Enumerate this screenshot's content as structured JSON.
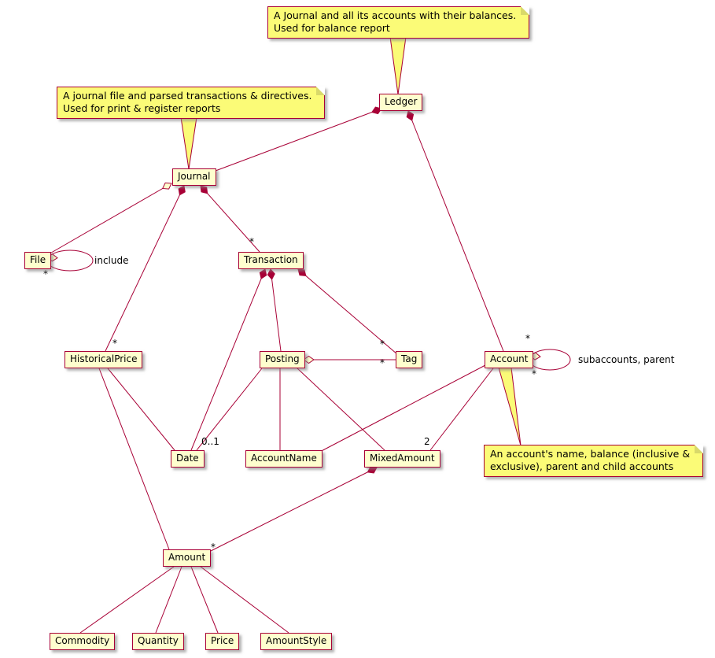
{
  "diagram": {
    "type": "uml-class-diagram",
    "colors": {
      "border": "#A80036",
      "class_fill": "#FEFECE",
      "note_fill": "#FBFB77",
      "background": "#FFFFFF",
      "label_color": "#000000"
    },
    "classes": [
      {
        "id": "Ledger",
        "label": "Ledger"
      },
      {
        "id": "Journal",
        "label": "Journal"
      },
      {
        "id": "File",
        "label": "File"
      },
      {
        "id": "Transaction",
        "label": "Transaction"
      },
      {
        "id": "HistoricalPrice",
        "label": "HistoricalPrice"
      },
      {
        "id": "Posting",
        "label": "Posting"
      },
      {
        "id": "Tag",
        "label": "Tag"
      },
      {
        "id": "Account",
        "label": "Account"
      },
      {
        "id": "Date",
        "label": "Date"
      },
      {
        "id": "AccountName",
        "label": "AccountName"
      },
      {
        "id": "MixedAmount",
        "label": "MixedAmount"
      },
      {
        "id": "Amount",
        "label": "Amount"
      },
      {
        "id": "Commodity",
        "label": "Commodity"
      },
      {
        "id": "Quantity",
        "label": "Quantity"
      },
      {
        "id": "Price",
        "label": "Price"
      },
      {
        "id": "AmountStyle",
        "label": "AmountStyle"
      }
    ],
    "notes": [
      {
        "id": "note-ledger",
        "target": "Ledger",
        "lines": [
          "A Journal and all its accounts with their balances.",
          "Used for balance report"
        ]
      },
      {
        "id": "note-journal",
        "target": "Journal",
        "lines": [
          "A journal file and parsed transactions & directives.",
          "Used for print & register reports"
        ]
      },
      {
        "id": "note-account",
        "target": "Account",
        "lines": [
          "An account's name, balance (inclusive &",
          "exclusive), parent and child accounts"
        ]
      }
    ],
    "edges": [
      {
        "from": "Ledger",
        "to": "Journal",
        "relation": "composition"
      },
      {
        "from": "Ledger",
        "to": "Account",
        "relation": "composition",
        "label": "*"
      },
      {
        "from": "Journal",
        "to": "File",
        "relation": "aggregation"
      },
      {
        "from": "Journal",
        "to": "Transaction",
        "relation": "composition",
        "label": "*"
      },
      {
        "from": "Journal",
        "to": "HistoricalPrice",
        "relation": "composition",
        "label": "*"
      },
      {
        "from": "Transaction",
        "to": "Posting",
        "relation": "composition"
      },
      {
        "from": "Transaction",
        "to": "Tag",
        "relation": "composition",
        "label": "*"
      },
      {
        "from": "Transaction",
        "to": "Date",
        "relation": "composition"
      },
      {
        "from": "Posting",
        "to": "Tag",
        "relation": "aggregation",
        "label": "*"
      },
      {
        "from": "Posting",
        "to": "Date",
        "relation": "association",
        "label": "0..1"
      },
      {
        "from": "Posting",
        "to": "AccountName",
        "relation": "association"
      },
      {
        "from": "Posting",
        "to": "MixedAmount",
        "relation": "association"
      },
      {
        "from": "Account",
        "to": "AccountName",
        "relation": "association"
      },
      {
        "from": "Account",
        "to": "MixedAmount",
        "relation": "association",
        "label": "2"
      },
      {
        "from": "MixedAmount",
        "to": "Amount",
        "relation": "composition",
        "label": "*"
      },
      {
        "from": "HistoricalPrice",
        "to": "Date",
        "relation": "association"
      },
      {
        "from": "HistoricalPrice",
        "to": "Amount",
        "relation": "association"
      },
      {
        "from": "Amount",
        "to": "Commodity",
        "relation": "association"
      },
      {
        "from": "Amount",
        "to": "Quantity",
        "relation": "association"
      },
      {
        "from": "Amount",
        "to": "Price",
        "relation": "association"
      },
      {
        "from": "Amount",
        "to": "AmountStyle",
        "relation": "association"
      }
    ],
    "self_loops": [
      {
        "on": "File",
        "label": "include",
        "multiplicity": "*",
        "relation": "aggregation"
      },
      {
        "on": "Account",
        "label": "subaccounts, parent",
        "multiplicity": "*",
        "relation": "aggregation"
      }
    ]
  }
}
